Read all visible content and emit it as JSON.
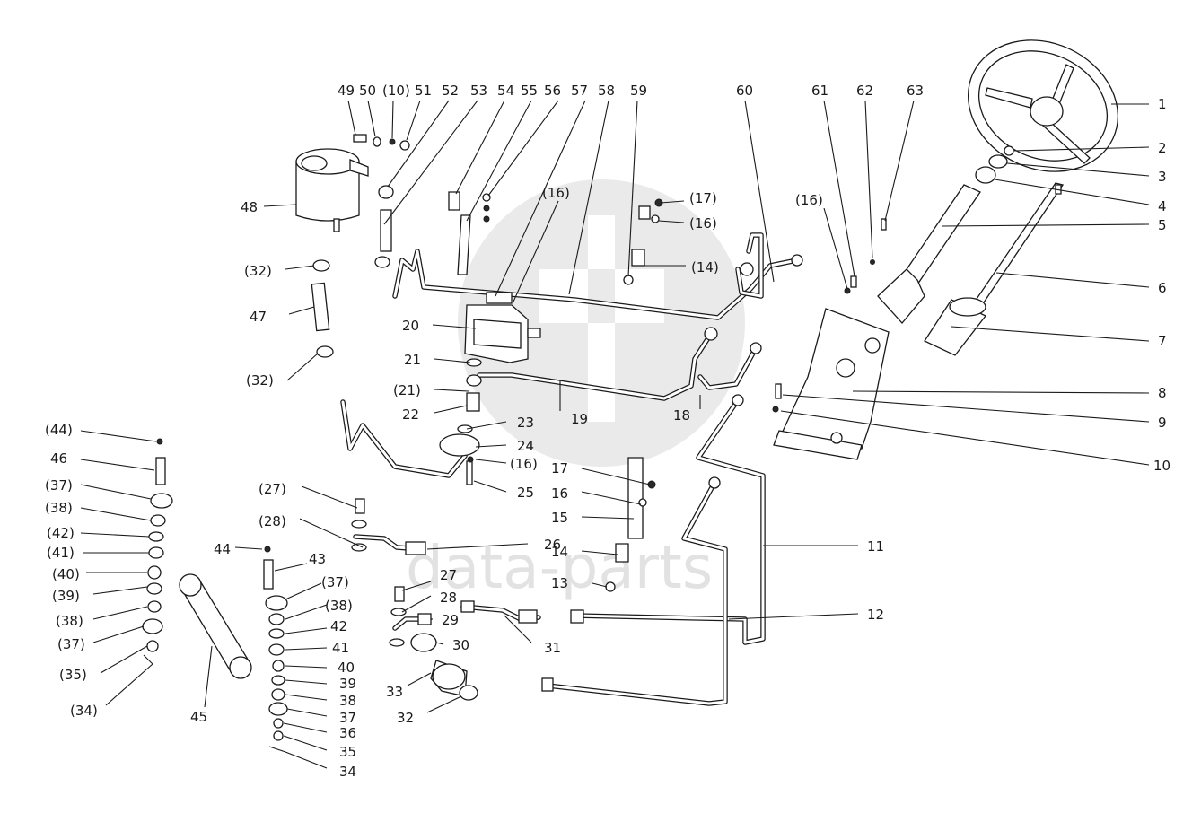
{
  "watermark": {
    "text": "data-parts"
  },
  "labels": [
    {
      "id": "l1",
      "text": "1"
    },
    {
      "id": "l2",
      "text": "2"
    },
    {
      "id": "l3",
      "text": "3"
    },
    {
      "id": "l4",
      "text": "4"
    },
    {
      "id": "l5",
      "text": "5"
    },
    {
      "id": "l6",
      "text": "6"
    },
    {
      "id": "l7",
      "text": "7"
    },
    {
      "id": "l8",
      "text": "8"
    },
    {
      "id": "l9",
      "text": "9"
    },
    {
      "id": "l10",
      "text": "10"
    },
    {
      "id": "l11",
      "text": "11"
    },
    {
      "id": "l12",
      "text": "12"
    },
    {
      "id": "l13",
      "text": "13"
    },
    {
      "id": "l14",
      "text": "14"
    },
    {
      "id": "l15",
      "text": "15"
    },
    {
      "id": "l16",
      "text": "16"
    },
    {
      "id": "l17",
      "text": "17"
    },
    {
      "id": "l18",
      "text": "18"
    },
    {
      "id": "l19",
      "text": "19"
    },
    {
      "id": "l20",
      "text": "20"
    },
    {
      "id": "l21",
      "text": "21"
    },
    {
      "id": "l21b",
      "text": "(21)"
    },
    {
      "id": "l22",
      "text": "22"
    },
    {
      "id": "l23",
      "text": "23"
    },
    {
      "id": "l24",
      "text": "24"
    },
    {
      "id": "l16c",
      "text": "(16)"
    },
    {
      "id": "l25",
      "text": "25"
    },
    {
      "id": "l26",
      "text": "26"
    },
    {
      "id": "l27",
      "text": "(27)"
    },
    {
      "id": "l28",
      "text": "(28)"
    },
    {
      "id": "l27b",
      "text": "27"
    },
    {
      "id": "l28b",
      "text": "28"
    },
    {
      "id": "l29",
      "text": "29"
    },
    {
      "id": "l30",
      "text": "30"
    },
    {
      "id": "l31",
      "text": "31"
    },
    {
      "id": "l32",
      "text": "32"
    },
    {
      "id": "l33",
      "text": "33"
    },
    {
      "id": "l34",
      "text": "(34)"
    },
    {
      "id": "l35",
      "text": "(35)"
    },
    {
      "id": "l37a",
      "text": "(37)"
    },
    {
      "id": "l38a",
      "text": "(38)"
    },
    {
      "id": "l39a",
      "text": "(39)"
    },
    {
      "id": "l40a",
      "text": "(40)"
    },
    {
      "id": "l41a",
      "text": "(41)"
    },
    {
      "id": "l42a",
      "text": "(42)"
    },
    {
      "id": "l37b",
      "text": "(37)"
    },
    {
      "id": "l38b",
      "text": "(38)"
    },
    {
      "id": "l46",
      "text": "46"
    },
    {
      "id": "l44a",
      "text": "(44)"
    },
    {
      "id": "l44",
      "text": "44"
    },
    {
      "id": "l43",
      "text": "43"
    },
    {
      "id": "l37c",
      "text": "(37)"
    },
    {
      "id": "l38c",
      "text": "(38)"
    },
    {
      "id": "l42",
      "text": "42"
    },
    {
      "id": "l41",
      "text": "41"
    },
    {
      "id": "l40",
      "text": "40"
    },
    {
      "id": "l39",
      "text": "39"
    },
    {
      "id": "l38",
      "text": "38"
    },
    {
      "id": "l37",
      "text": "37"
    },
    {
      "id": "l36",
      "text": "36"
    },
    {
      "id": "l35b",
      "text": "35"
    },
    {
      "id": "l34b",
      "text": "34"
    },
    {
      "id": "l45",
      "text": "45"
    },
    {
      "id": "l47",
      "text": "47"
    },
    {
      "id": "l32a",
      "text": "(32)"
    },
    {
      "id": "l32b",
      "text": "(32)"
    },
    {
      "id": "l48",
      "text": "48"
    },
    {
      "id": "l49",
      "text": "49"
    },
    {
      "id": "l50",
      "text": "50"
    },
    {
      "id": "l10b",
      "text": "(10)"
    },
    {
      "id": "l51",
      "text": "51"
    },
    {
      "id": "l52",
      "text": "52"
    },
    {
      "id": "l53",
      "text": "53"
    },
    {
      "id": "l54",
      "text": "54"
    },
    {
      "id": "l55",
      "text": "55"
    },
    {
      "id": "l56",
      "text": "56"
    },
    {
      "id": "l57",
      "text": "57"
    },
    {
      "id": "l58",
      "text": "58"
    },
    {
      "id": "l59",
      "text": "59"
    },
    {
      "id": "l60",
      "text": "60"
    },
    {
      "id": "l61",
      "text": "61"
    },
    {
      "id": "l62",
      "text": "62"
    },
    {
      "id": "l63",
      "text": "63"
    },
    {
      "id": "l16a",
      "text": "(16)"
    },
    {
      "id": "l17a",
      "text": "(17)"
    },
    {
      "id": "l16b",
      "text": "(16)"
    },
    {
      "id": "l14a",
      "text": "(14)"
    },
    {
      "id": "l16d",
      "text": "(16)"
    }
  ]
}
